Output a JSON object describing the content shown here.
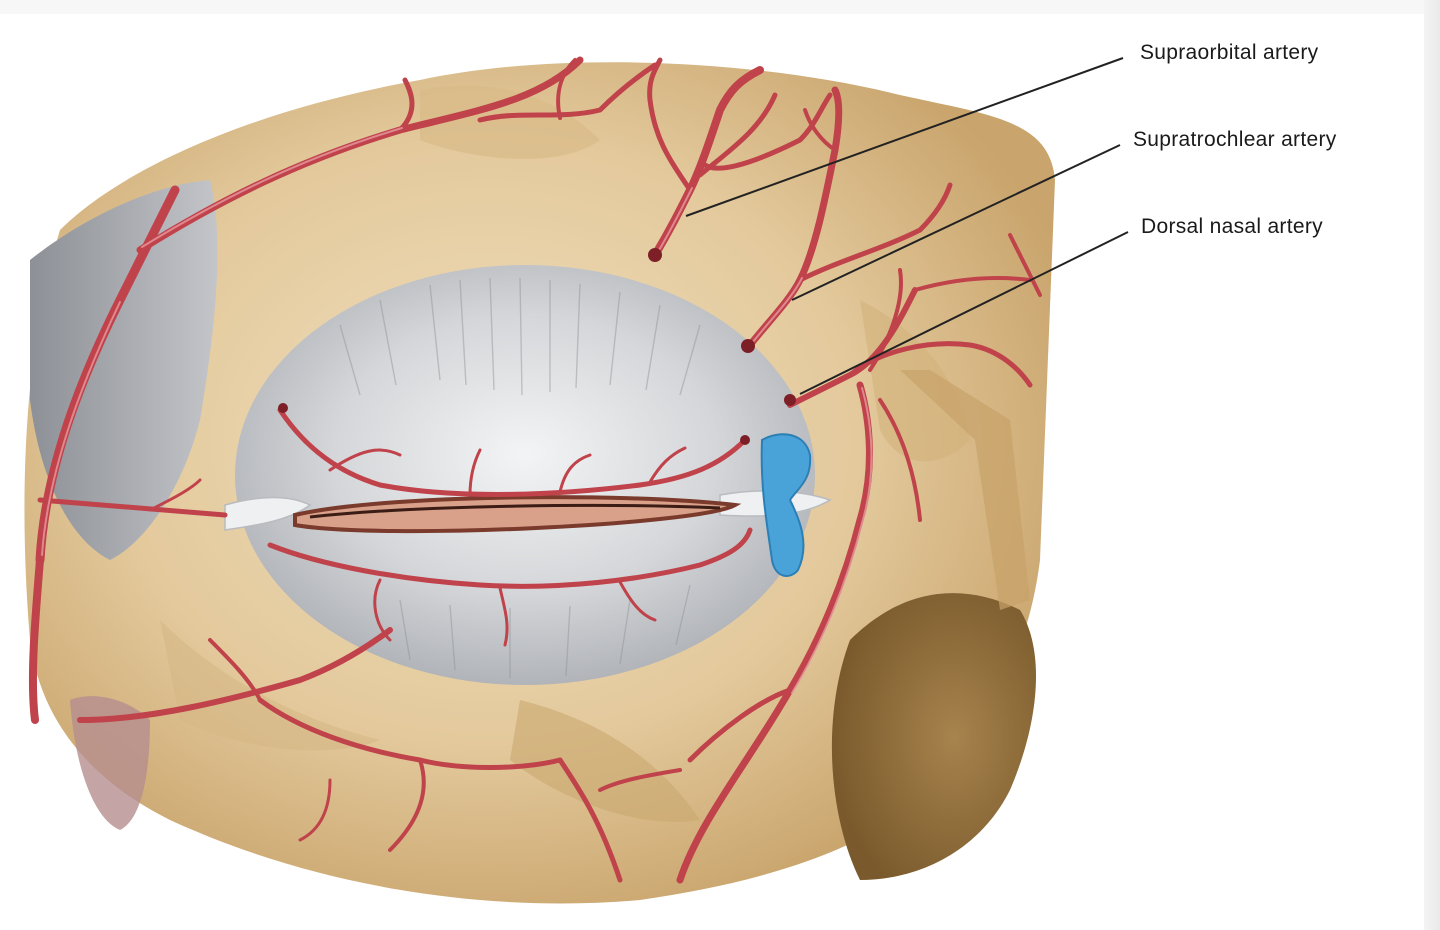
{
  "figure": {
    "subject": "Arteries of the eyelids and orbital region",
    "colors": {
      "bone": "#e3c99c",
      "bone_shadow": "#c9a46c",
      "artery": "#c0424a",
      "artery_highlight": "#e79aa0",
      "orbital_septum": "#c9cccf",
      "lacrimal_sac": "#4aa3d8",
      "eyelid_margin": "#d9a08a",
      "muscle": "#a7aab0"
    }
  },
  "labels": [
    {
      "id": "supraorbital",
      "text": "Supraorbital artery"
    },
    {
      "id": "supratrochlear",
      "text": "Supratrochlear artery"
    },
    {
      "id": "dorsal_nasal",
      "text": "Dorsal nasal artery"
    }
  ]
}
